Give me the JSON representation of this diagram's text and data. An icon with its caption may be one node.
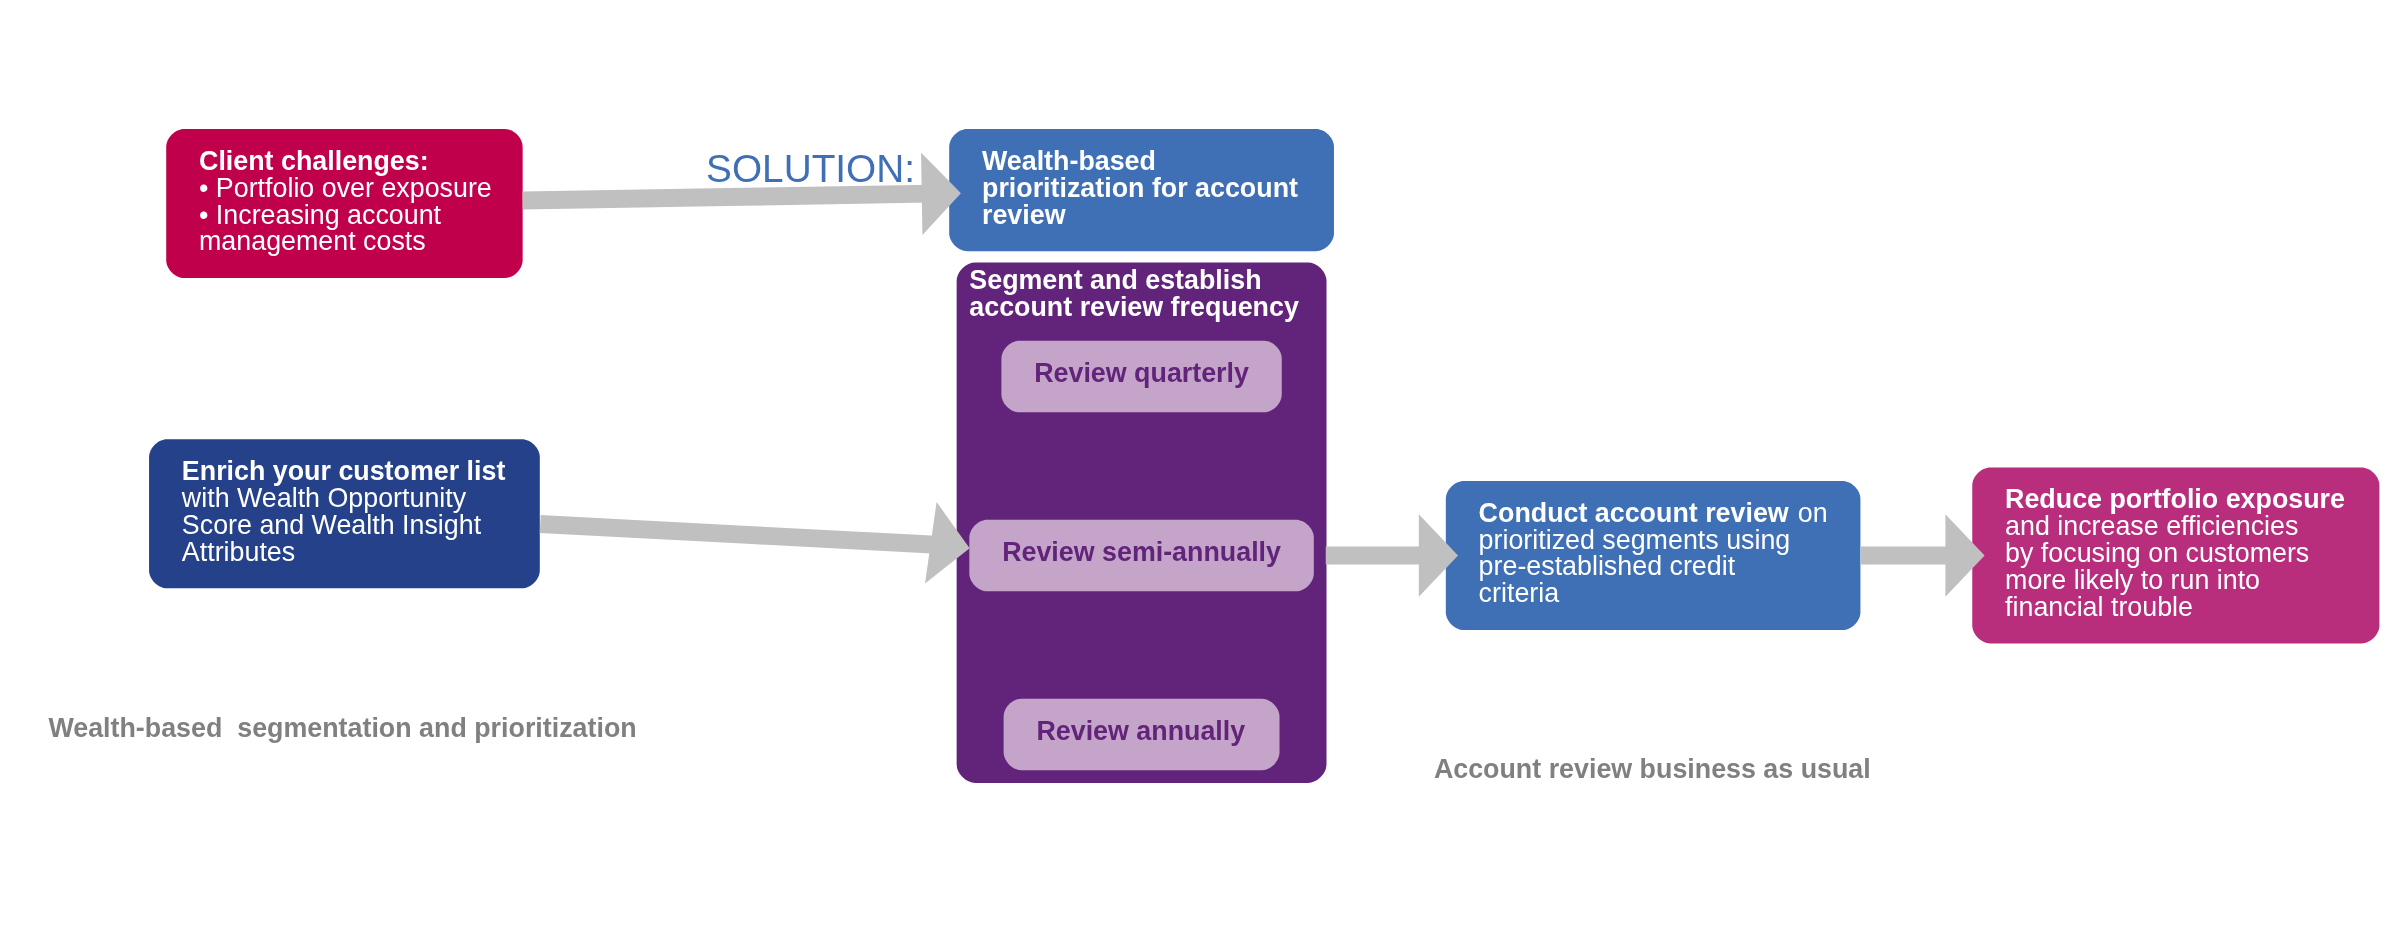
{
  "diagram": {
    "nodes": [
      {
        "text": [
          "Client challenges:",
          "• Portfolio over exposure",
          "• Increasing account management costs"
        ]
      },
      {
        "text": [
          "Wealth-based prioritization for account review"
        ]
      },
      {
        "text": [
          "**Enrich your customer list** with Wealth Opportunity Score and Wealth Insight Attributes"
        ]
      },
      {
        "text": [
          "Segment and establish account review frequency"
        ]
      },
      {
        "text": [
          "Review annually"
        ],
        "in": 3
      },
      {
        "text": [
          "Review semi-annually"
        ],
        "in": 3
      },
      {
        "text": [
          "Review quarterly"
        ],
        "in": 3
      },
      {
        "text": [
          "**Conduct account review** on prioritized segments using pre-established credit criteria"
        ]
      },
      {
        "text": [
          "**Reduce portfolio exposure** and increase efficiencies by focusing on customers more likely to run into financial trouble"
        ]
      }
    ],
    "edges": [
      {
        "from": 0,
        "to": 1,
        "arrow": "to",
        "label": "SOLUTION:"
      },
      {
        "from": 2,
        "to": 3,
        "arrow": "to"
      },
      {
        "from": 3,
        "to": 7,
        "arrow": "to"
      },
      {
        "from": 7,
        "to": 8,
        "arrow": "to"
      }
    ],
    "labels": [
      "Wealth-based  segmentation and prioritization",
      "Account review business as usual"
    ]
  }
}
